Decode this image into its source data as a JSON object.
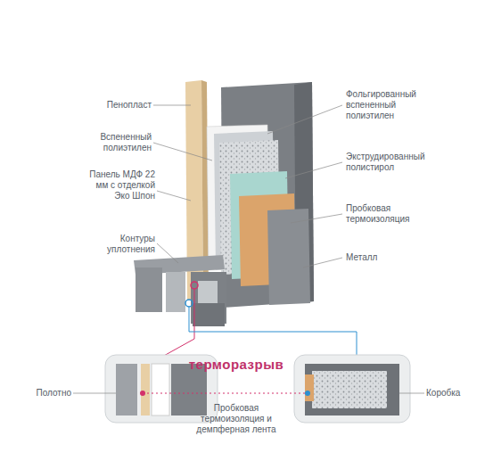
{
  "diagram": {
    "labels": [
      "Пенопласт",
      "Вспененный полиэтилен",
      "Панель МДФ 22 мм с отделкой Эко Шпон",
      "Контуры уплотнения",
      "Фольгированный вспененный полиэтилен",
      "Экструдированный полистирол",
      "Пробковая термоизоляция",
      "Металл",
      "Полотно",
      "терморазрыв",
      "Коробка",
      "Пробковая термоизоляция и демпферная лента"
    ]
  }
}
